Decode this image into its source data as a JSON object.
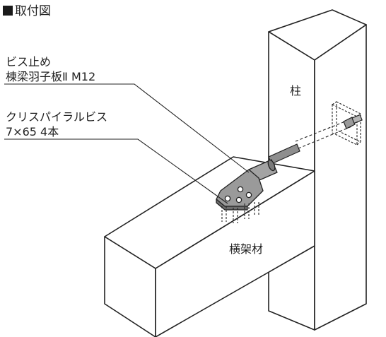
{
  "title": "取付図",
  "callouts": {
    "bracket_line1": "ビス止め",
    "bracket_line2": "棟梁羽子板Ⅱ M12",
    "screw_line1": "クリスパイラルビス",
    "screw_line2": "7×65 4本"
  },
  "parts": {
    "column": "柱",
    "beam": "横架材"
  },
  "colors": {
    "line": "#222222",
    "metal": "#9a9a9a",
    "metal_dark": "#6e6e6e",
    "background": "#ffffff"
  }
}
